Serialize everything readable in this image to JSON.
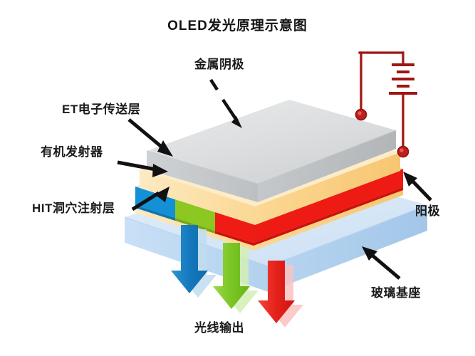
{
  "title": "OLED发光原理示意图",
  "labels": {
    "cathode": "金属阴极",
    "electron_transport": "ET电子传送层",
    "organic_emitter": "有机发射器",
    "hole_injection": "HIT洞穴注射层",
    "anode": "阳极",
    "glass_substrate": "玻璃基座",
    "light_output": "光线输出"
  },
  "colors": {
    "cathode_gray": "#d7d9da",
    "cathode_gray_top": "#dcdedf",
    "cathode_side": "#b9bcbe",
    "transport_cream": "#fbe0a8",
    "transport_cream_side": "#f8cf86",
    "emitter_blue": "#1390d6",
    "emitter_green": "#8cc722",
    "emitter_red": "#ef1c16",
    "hit_cream": "#fcd98f",
    "glass_blue": "#c4dcf3",
    "glass_blue_top": "#d6e8f8",
    "glass_side": "#a9cbec",
    "circuit_red": "#9e1513",
    "label_text": "#1b1b1b",
    "background": "#ffffff"
  },
  "structure": {
    "layer_order_top_to_bottom": [
      "金属阴极",
      "ET电子传送层",
      "有机发射器",
      "HIT洞穴注射层",
      "阳极",
      "玻璃基座"
    ],
    "subpixels": [
      "blue",
      "green",
      "red"
    ]
  },
  "light_beams": [
    {
      "color_name": "blue",
      "hex": "#1b7fc4"
    },
    {
      "color_name": "green",
      "hex": "#7dc82a"
    },
    {
      "color_name": "red",
      "hex": "#e4221b"
    }
  ],
  "circuit": {
    "symbol": "battery",
    "terminal_top": "cathode-terminal",
    "terminal_bottom": "anode-terminal"
  }
}
